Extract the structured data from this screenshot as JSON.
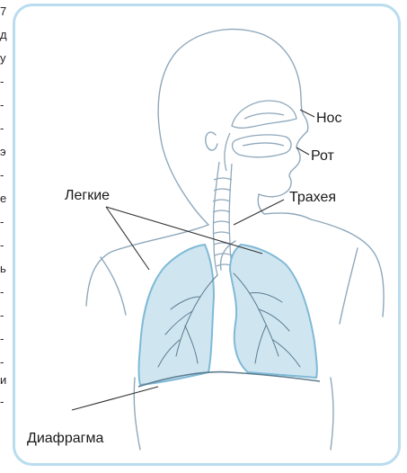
{
  "labels": {
    "nose": "Нос",
    "mouth": "Рот",
    "trachea": "Трахея",
    "lungs": "Легкие",
    "diaphragm": "Диафрагма"
  },
  "edge_strip": [
    "7",
    "д",
    "у",
    "-",
    "-",
    "-",
    "э",
    "-",
    "е",
    "-",
    "-",
    "ь",
    "-",
    "-",
    "-",
    "-",
    "и",
    "-"
  ],
  "colors": {
    "frame_border": "#b9dcef",
    "lung_fill": "#cfe6f1",
    "lung_outline": "#7fb9d6",
    "body_outline": "#8fa8bb",
    "text": "#1a1a1a"
  }
}
